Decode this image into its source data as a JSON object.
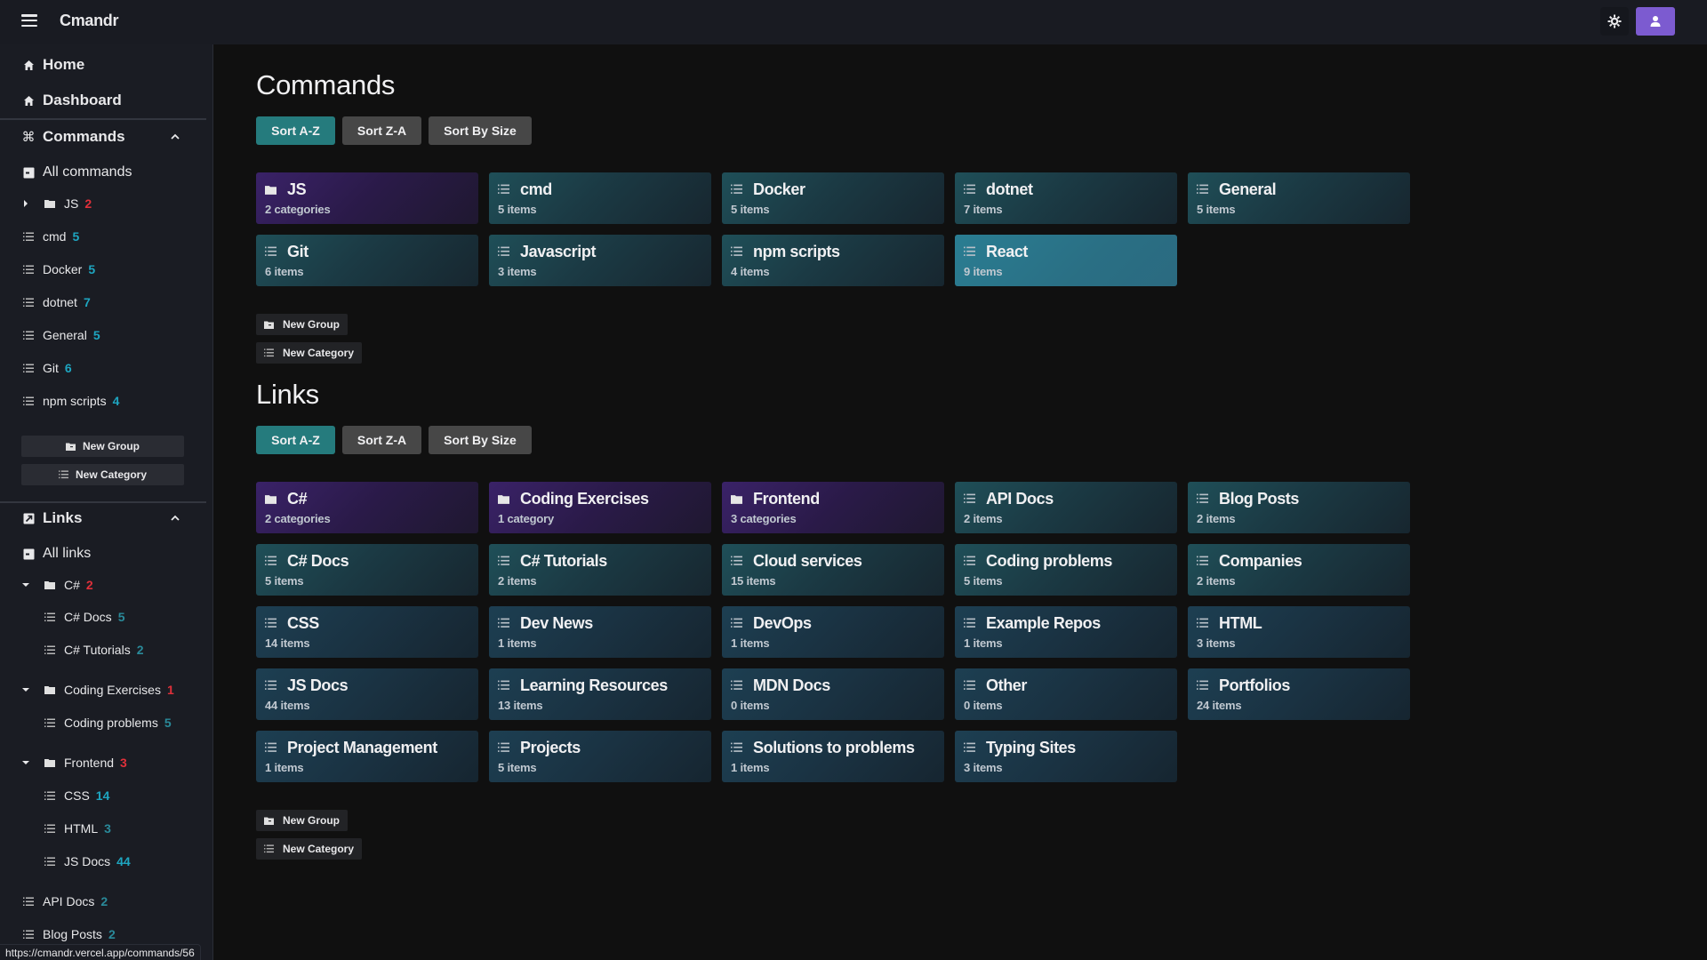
{
  "header": {
    "app_title": "Cmandr",
    "menu_icon": "hamburger-icon",
    "theme_icon": "gear-icon",
    "user_icon": "user-icon",
    "user_button_color": "#7c5bd0"
  },
  "sidebar": {
    "home": "Home",
    "dashboard": "Dashboard",
    "commands": {
      "label": "Commands",
      "all": "All commands",
      "items": [
        {
          "label": "JS",
          "count": "2",
          "type": "group",
          "expanded": false
        },
        {
          "label": "cmd",
          "count": "5",
          "type": "category"
        },
        {
          "label": "Docker",
          "count": "5",
          "type": "category"
        },
        {
          "label": "dotnet",
          "count": "7",
          "type": "category"
        },
        {
          "label": "General",
          "count": "5",
          "type": "category"
        },
        {
          "label": "Git",
          "count": "6",
          "type": "category"
        },
        {
          "label": "npm scripts",
          "count": "4",
          "type": "category"
        }
      ],
      "new_group": "New Group",
      "new_category": "New Category"
    },
    "links": {
      "label": "Links",
      "all": "All links",
      "items": [
        {
          "label": "C#",
          "count": "2",
          "type": "group",
          "expanded": true
        },
        {
          "label": "C# Docs",
          "count": "5",
          "type": "category",
          "indent": 1
        },
        {
          "label": "C# Tutorials",
          "count": "2",
          "type": "category",
          "indent": 1
        },
        {
          "label": "Coding Exercises",
          "count": "1",
          "type": "group",
          "expanded": true
        },
        {
          "label": "Coding problems",
          "count": "5",
          "type": "category",
          "indent": 1
        },
        {
          "label": "Frontend",
          "count": "3",
          "type": "group",
          "expanded": true
        },
        {
          "label": "CSS",
          "count": "14",
          "type": "category",
          "indent": 1
        },
        {
          "label": "HTML",
          "count": "3",
          "type": "category",
          "indent": 1
        },
        {
          "label": "JS Docs",
          "count": "44",
          "type": "category",
          "indent": 1
        },
        {
          "label": "API Docs",
          "count": "2",
          "type": "category"
        },
        {
          "label": "Blog Posts",
          "count": "2",
          "type": "category"
        }
      ]
    }
  },
  "main": {
    "commands": {
      "title": "Commands",
      "sort": [
        "Sort A-Z",
        "Sort Z-A",
        "Sort By Size"
      ],
      "cards": [
        {
          "title": "JS",
          "sub": "2 categories",
          "type": "group"
        },
        {
          "title": "cmd",
          "sub": "5 items",
          "type": "category"
        },
        {
          "title": "Docker",
          "sub": "5 items",
          "type": "category"
        },
        {
          "title": "dotnet",
          "sub": "7 items",
          "type": "category"
        },
        {
          "title": "General",
          "sub": "5 items",
          "type": "category"
        },
        {
          "title": "Git",
          "sub": "6 items",
          "type": "category"
        },
        {
          "title": "Javascript",
          "sub": "3 items",
          "type": "category"
        },
        {
          "title": "npm scripts",
          "sub": "4 items",
          "type": "category"
        },
        {
          "title": "React",
          "sub": "9 items",
          "type": "category",
          "selected": true
        }
      ],
      "new_group": "New Group",
      "new_category": "New Category"
    },
    "links": {
      "title": "Links",
      "sort": [
        "Sort A-Z",
        "Sort Z-A",
        "Sort By Size"
      ],
      "cards": [
        {
          "title": "C#",
          "sub": "2 categories",
          "type": "group"
        },
        {
          "title": "Coding Exercises",
          "sub": "1 category",
          "type": "group"
        },
        {
          "title": "Frontend",
          "sub": "3 categories",
          "type": "group"
        },
        {
          "title": "API Docs",
          "sub": "2 items",
          "type": "category"
        },
        {
          "title": "Blog Posts",
          "sub": "2 items",
          "type": "category"
        },
        {
          "title": "C# Docs",
          "sub": "5 items",
          "type": "category"
        },
        {
          "title": "C# Tutorials",
          "sub": "2 items",
          "type": "category"
        },
        {
          "title": "Cloud services",
          "sub": "15 items",
          "type": "category"
        },
        {
          "title": "Coding problems",
          "sub": "5 items",
          "type": "category"
        },
        {
          "title": "Companies",
          "sub": "2 items",
          "type": "category"
        },
        {
          "title": "CSS",
          "sub": "14 items",
          "type": "category"
        },
        {
          "title": "Dev News",
          "sub": "1 items",
          "type": "category"
        },
        {
          "title": "DevOps",
          "sub": "1 items",
          "type": "category"
        },
        {
          "title": "Example Repos",
          "sub": "1 items",
          "type": "category"
        },
        {
          "title": "HTML",
          "sub": "3 items",
          "type": "category"
        },
        {
          "title": "JS Docs",
          "sub": "44 items",
          "type": "category"
        },
        {
          "title": "Learning Resources",
          "sub": "13 items",
          "type": "category"
        },
        {
          "title": "MDN Docs",
          "sub": "0 items",
          "type": "category"
        },
        {
          "title": "Other",
          "sub": "0 items",
          "type": "category"
        },
        {
          "title": "Portfolios",
          "sub": "24 items",
          "type": "category"
        },
        {
          "title": "Project Management",
          "sub": "1 items",
          "type": "category"
        },
        {
          "title": "Projects",
          "sub": "5 items",
          "type": "category"
        },
        {
          "title": "Solutions to problems",
          "sub": "1 items",
          "type": "category"
        },
        {
          "title": "Typing Sites",
          "sub": "3 items",
          "type": "category"
        }
      ],
      "new_group": "New Group",
      "new_category": "New Category"
    }
  },
  "statusbar": {
    "url": "https://cmandr.vercel.app/commands/56"
  },
  "colors": {
    "accent_teal": "#257b7d",
    "count_teal": "#1ea5c0",
    "count_red": "#e0303a",
    "group_purple": "#3a2268",
    "category_teal": "#1f4f58",
    "selected_card": "#2a7d92"
  }
}
